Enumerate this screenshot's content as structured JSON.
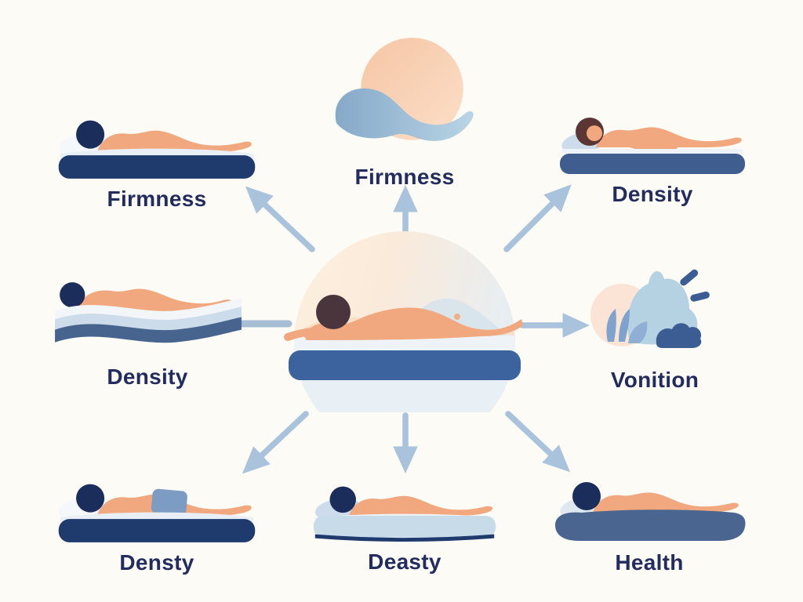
{
  "diagram": {
    "type": "radial-infographic",
    "center": {
      "icon": "sleeping-person-on-mattress-in-circle"
    },
    "nodes": [
      {
        "position": "top-left",
        "label": "Firmness",
        "icon": "sleeper-on-navy-mattress"
      },
      {
        "position": "top-center",
        "label": "Firmness",
        "icon": "sun-and-wave"
      },
      {
        "position": "top-right",
        "label": "Density",
        "icon": "sleeper-on-slate-mattress"
      },
      {
        "position": "middle-left",
        "label": "Density",
        "icon": "sleeper-on-wavy-layered-mattress"
      },
      {
        "position": "middle-right",
        "label": "Vonition",
        "icon": "abstract-landscape-shapes"
      },
      {
        "position": "bottom-left",
        "label": "Densty",
        "icon": "sleeper-in-shorts-on-navy-mattress"
      },
      {
        "position": "bottom-center",
        "label": "Deasty",
        "icon": "sleeper-on-light-blue-mattress"
      },
      {
        "position": "bottom-right",
        "label": "Health",
        "icon": "sleeper-on-rounded-slate-mattress"
      }
    ],
    "arrows": [
      "up-left",
      "up",
      "up-right",
      "left-connector",
      "right",
      "down-left",
      "down",
      "down-right"
    ],
    "colors": {
      "background": "#fcfbf6",
      "label_text": "#232c5e",
      "arrow": "#aac3dc",
      "mattress_navy": "#1f3a6c",
      "mattress_slate": "#44618f",
      "mattress_center_blue": "#3d639e",
      "skin": "#f2a87e",
      "pale_blue": "#ccdcea",
      "peach_sun": "#f8d0b4",
      "hair_navy": "#1b2d5b",
      "hair_brown": "#5b3634",
      "hair_maroon": "#4b353c"
    }
  }
}
